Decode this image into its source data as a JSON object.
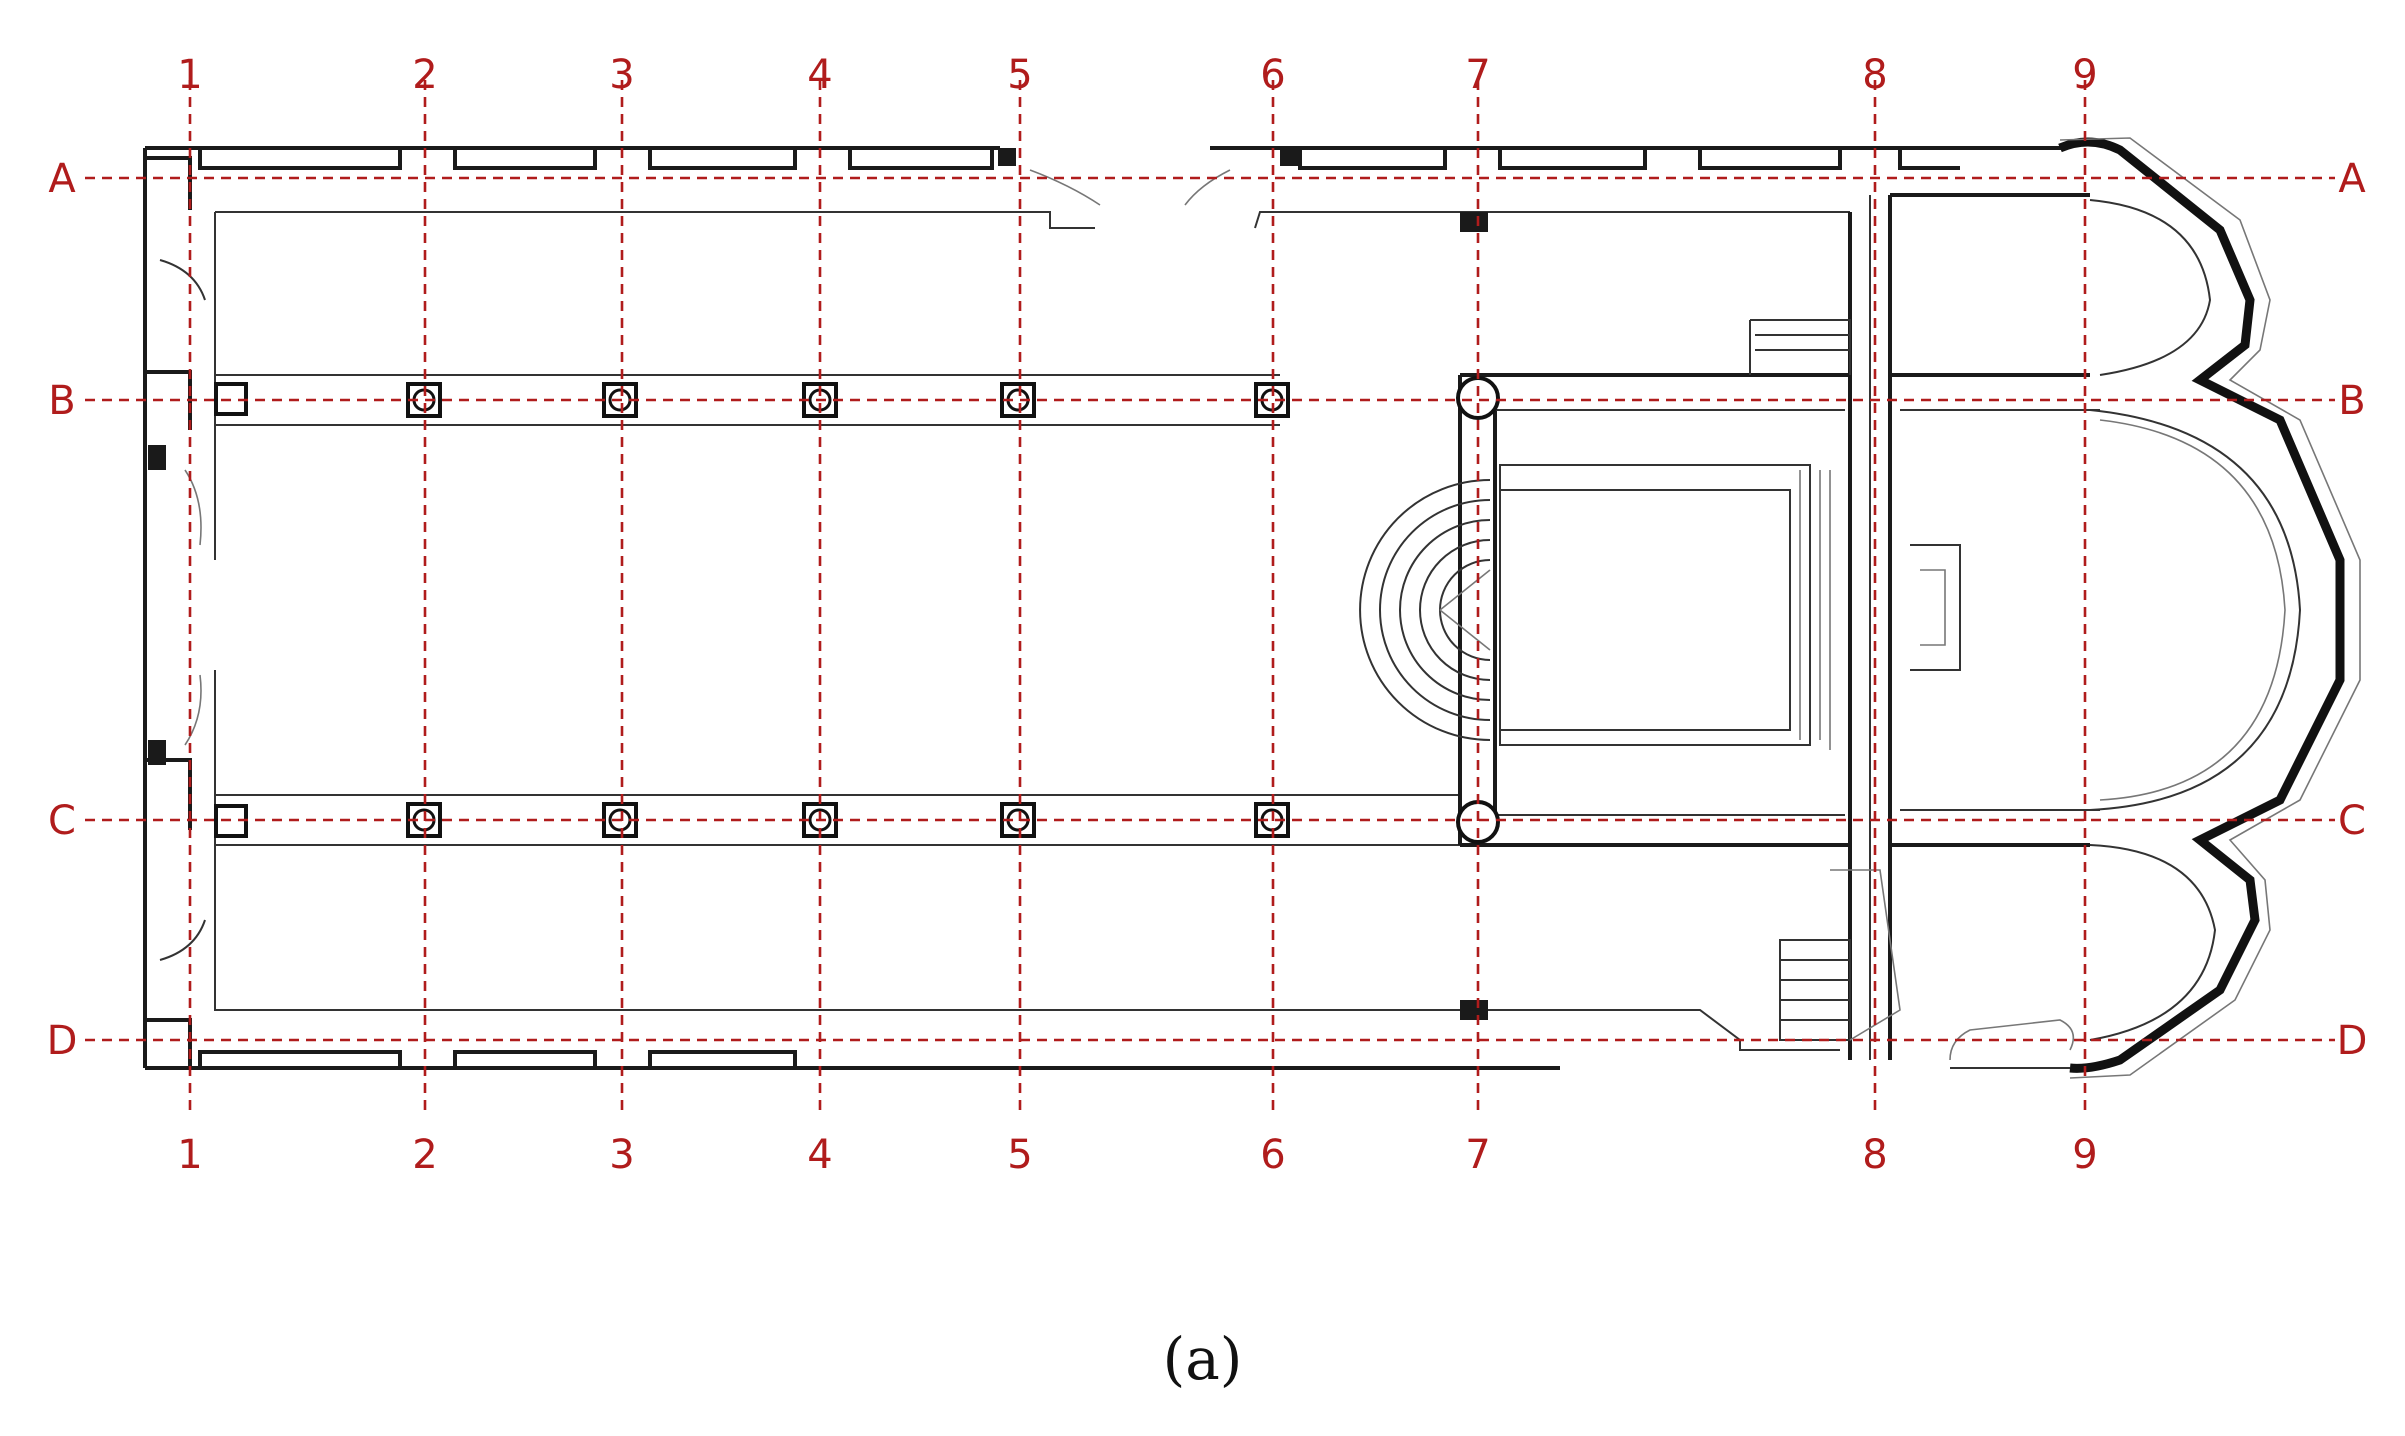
{
  "grid": {
    "columns": [
      "1",
      "2",
      "3",
      "4",
      "5",
      "6",
      "7",
      "8",
      "9"
    ],
    "rows": [
      "A",
      "B",
      "C",
      "D"
    ]
  },
  "colors": {
    "grid": "#b01c1c",
    "walls": "#1a1a1a"
  },
  "caption": "(a)"
}
